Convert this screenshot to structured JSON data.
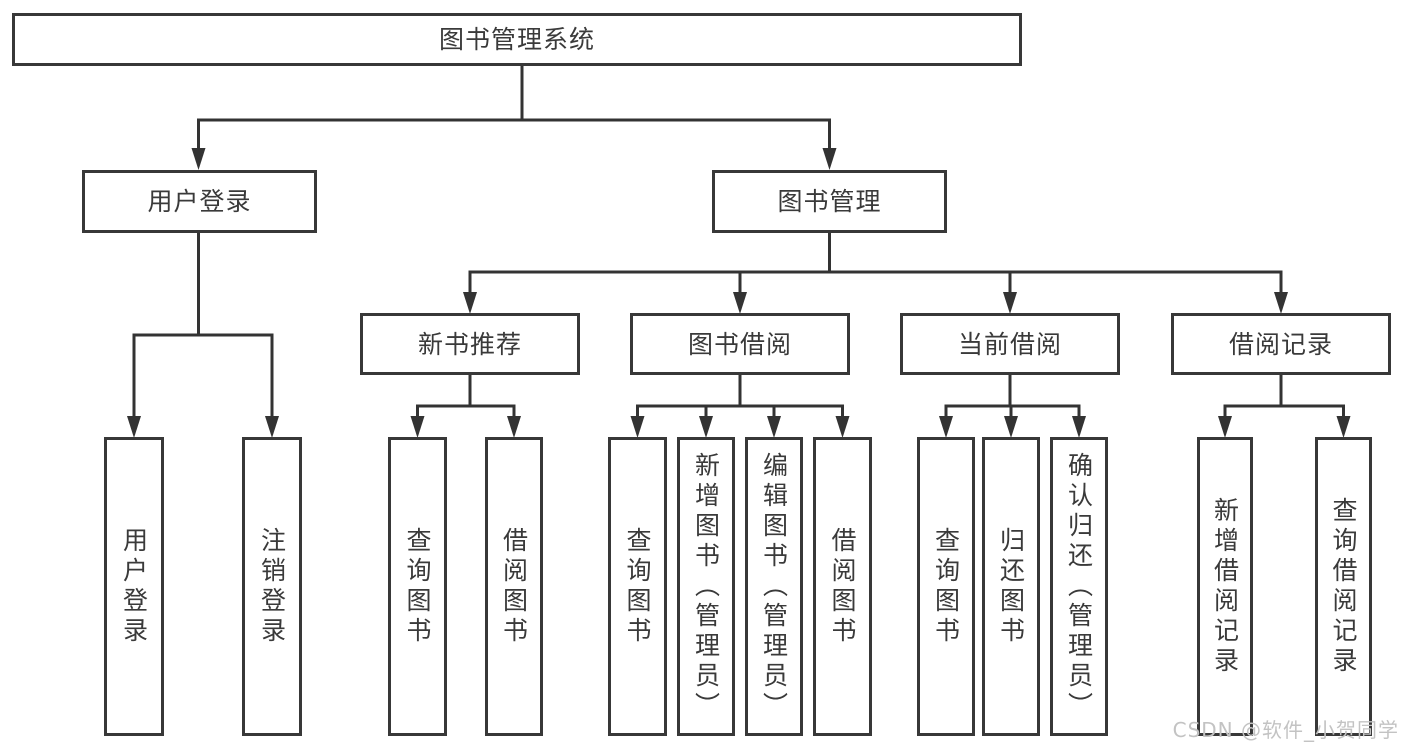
{
  "tree": {
    "label": "图书管理系统",
    "children": [
      {
        "label": "用户登录",
        "children": [
          {
            "label": "用户登录"
          },
          {
            "label": "注销登录"
          }
        ]
      },
      {
        "label": "图书管理",
        "children": [
          {
            "label": "新书推荐",
            "children": [
              {
                "label": "查询图书"
              },
              {
                "label": "借阅图书"
              }
            ]
          },
          {
            "label": "图书借阅",
            "children": [
              {
                "label": "查询图书"
              },
              {
                "label": "新增图书（管理员）"
              },
              {
                "label": "编辑图书（管理员）"
              },
              {
                "label": "借阅图书"
              }
            ]
          },
          {
            "label": "当前借阅",
            "children": [
              {
                "label": "查询图书"
              },
              {
                "label": "归还图书"
              },
              {
                "label": "确认归还（管理员）"
              }
            ]
          },
          {
            "label": "借阅记录",
            "children": [
              {
                "label": "新增借阅记录"
              },
              {
                "label": "查询借阅记录"
              }
            ]
          }
        ]
      }
    ]
  },
  "watermark": {
    "text": "CSDN @软件_小贺同学"
  },
  "colors": {
    "line": "#333333",
    "border": "#383838",
    "text": "#3a3a3a",
    "watermark": "#c3c3c3"
  }
}
